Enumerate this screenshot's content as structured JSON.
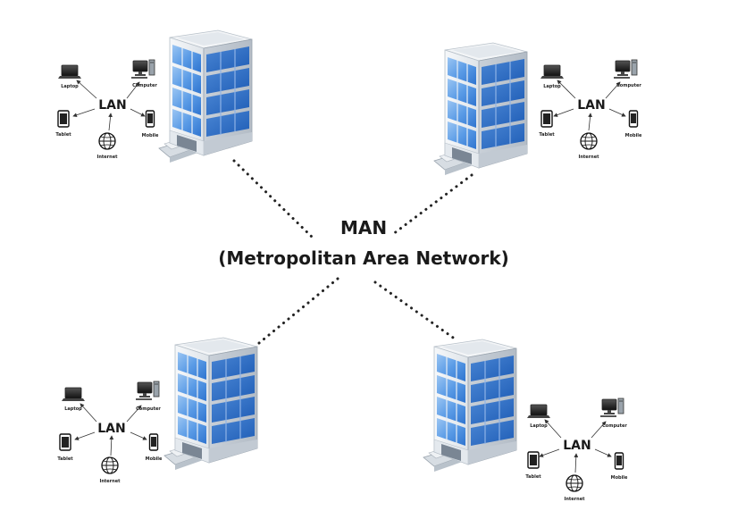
{
  "title": {
    "line1": "MAN",
    "line2": "(Metropolitan Area Network)"
  },
  "lan_label": "LAN",
  "devices": {
    "laptop": "Laptop",
    "computer": "Computer",
    "tablet": "Tablet",
    "mobile": "Mobile",
    "internet": "Internet"
  },
  "colors": {
    "window_blue": "#4a8ee0",
    "window_light": "#a9cdf5",
    "wall": "#e9edf1",
    "line": "#222222"
  }
}
